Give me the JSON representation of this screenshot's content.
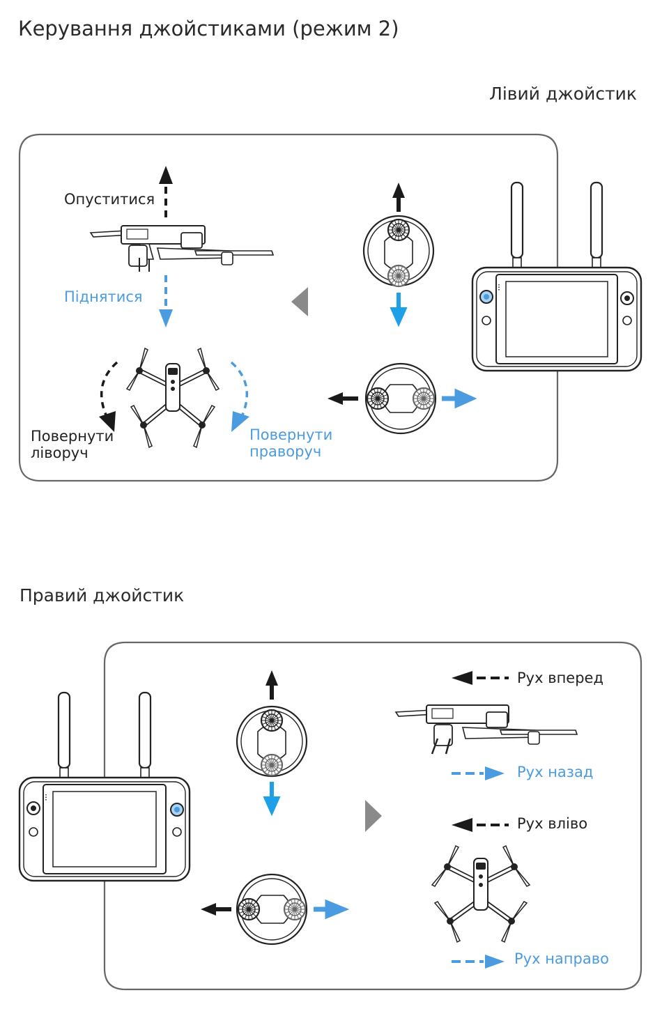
{
  "title": "Керування джойстиками (режим 2)",
  "left_stick": {
    "heading": "Лівий джойстик",
    "descend": "Опуститися",
    "ascend": "Піднятися",
    "turn_left_1": "Повернути",
    "turn_left_2": "ліворуч",
    "turn_right_1": "Повернути",
    "turn_right_2": "праворуч"
  },
  "right_stick": {
    "heading": "Правий джойстик",
    "forward": "Рух вперед",
    "backward": "Рух назад",
    "left": "Рух вліво",
    "right": "Рух направо"
  },
  "colors": {
    "accent_blue": "#4a9be0",
    "dark": "#1a1a1a",
    "frame": "#555555",
    "pointer_gray": "#8a8a8a"
  }
}
